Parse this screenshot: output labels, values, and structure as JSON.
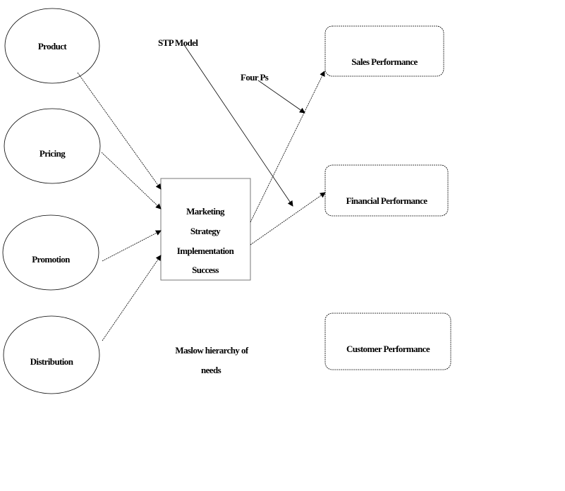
{
  "inputs": [
    {
      "id": "product",
      "label": "Product"
    },
    {
      "id": "pricing",
      "label": "Pricing"
    },
    {
      "id": "promotion",
      "label": "Promotion"
    },
    {
      "id": "distribution",
      "label": "Distribution"
    }
  ],
  "center": {
    "lines": [
      "Marketing",
      "Strategy",
      "Implementation",
      "Success"
    ]
  },
  "outcomes": [
    {
      "id": "sales",
      "label": "Sales Performance"
    },
    {
      "id": "financial",
      "label": "Financial  Performance"
    },
    {
      "id": "customer",
      "label": "Customer  Performance"
    }
  ],
  "annotations": {
    "stp": "STP Model",
    "four_ps": "Four Ps",
    "maslow_line1": "Maslow  hierarchy  of",
    "maslow_line2": "needs"
  }
}
